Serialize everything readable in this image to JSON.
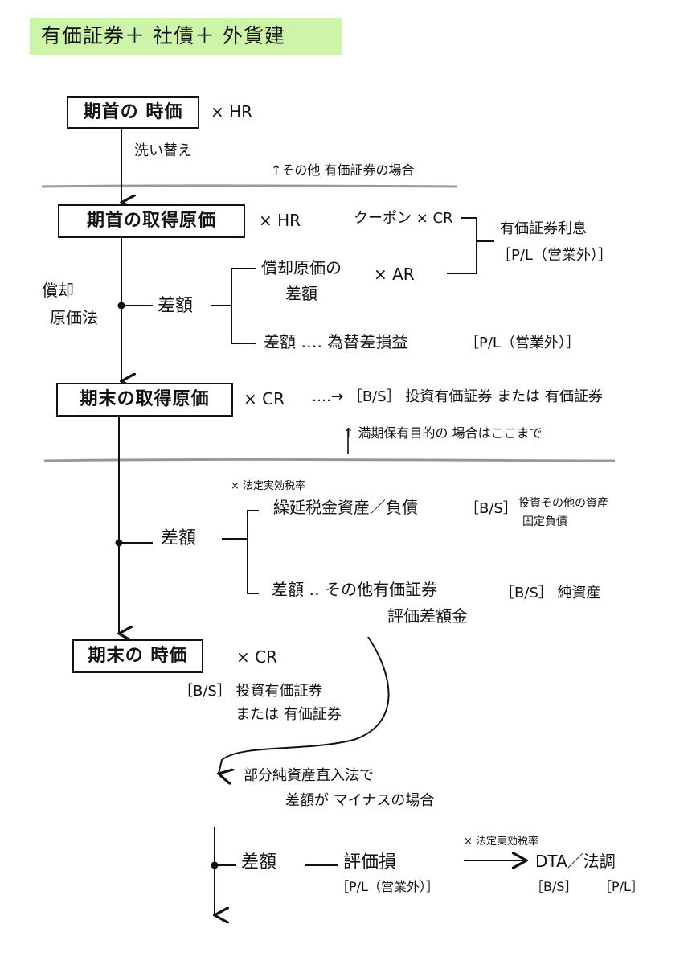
{
  "title": "有価証券＋ 社債＋ 外貨建",
  "colors": {
    "title_bg": "#cdf5a9",
    "ink": "#111111",
    "divider": "#9a9a9a"
  },
  "nodes": {
    "opening_fair_value": {
      "label": "期首の 時価",
      "rate": "× HR"
    },
    "restatement_label": "洗い替え",
    "other_securities_note": "↑その他 有価証券の場合",
    "opening_cost": {
      "label": "期首の取得原価",
      "rate": "× HR"
    },
    "coupon": "クーポン × CR",
    "securities_interest": {
      "label": "有価証券利息",
      "statement": "［P/L（営業外）］"
    },
    "amortized_cost_method": {
      "line1": "償却",
      "line2": "原価法"
    },
    "difference_1": "差額",
    "amortized_diff": {
      "line1": "償却原価の",
      "line2": "差額",
      "rate": "× AR"
    },
    "fx_diff": {
      "label": "差額 ‥‥ 為替差損益",
      "statement": "［P/L（営業外）］"
    },
    "closing_cost": {
      "label": "期末の取得原価",
      "rate": "× CR"
    },
    "closing_cost_bs": "‥‥→ ［B/S］ 投資有価証券 または 有価証券",
    "held_to_maturity_note": "↑ 満期保有目的の 場合はここまで",
    "tax_rate_note_1": "× 法定実効税率",
    "difference_2": "差額",
    "deferred_tax": {
      "label": "繰延税金資産／負債",
      "statement": "［B/S］",
      "detail_line1": "投資その他の資産",
      "detail_line2": "固定負債"
    },
    "valuation_diff": {
      "label_line1": "差額 ‥ その他有価証券",
      "label_line2": "評価差額金",
      "statement": "［B/S］ 純資産"
    },
    "closing_fair_value": {
      "label": "期末の 時価",
      "rate": "× CR",
      "bs_line1": "［B/S］ 投資有価証券",
      "bs_line2": "または 有価証券"
    },
    "partial_net_assets": {
      "line1": "部分純資産直入法で",
      "line2": "差額が マイナスの場合"
    },
    "difference_3": "差額",
    "valuation_loss": {
      "label": "評価損",
      "statement": "［P/L（営業外）］"
    },
    "tax_rate_note_2": "× 法定実効税率",
    "dta": {
      "label": "DTA／法調",
      "statement_bs": "［B/S］",
      "statement_pl": "［P/L］"
    }
  }
}
